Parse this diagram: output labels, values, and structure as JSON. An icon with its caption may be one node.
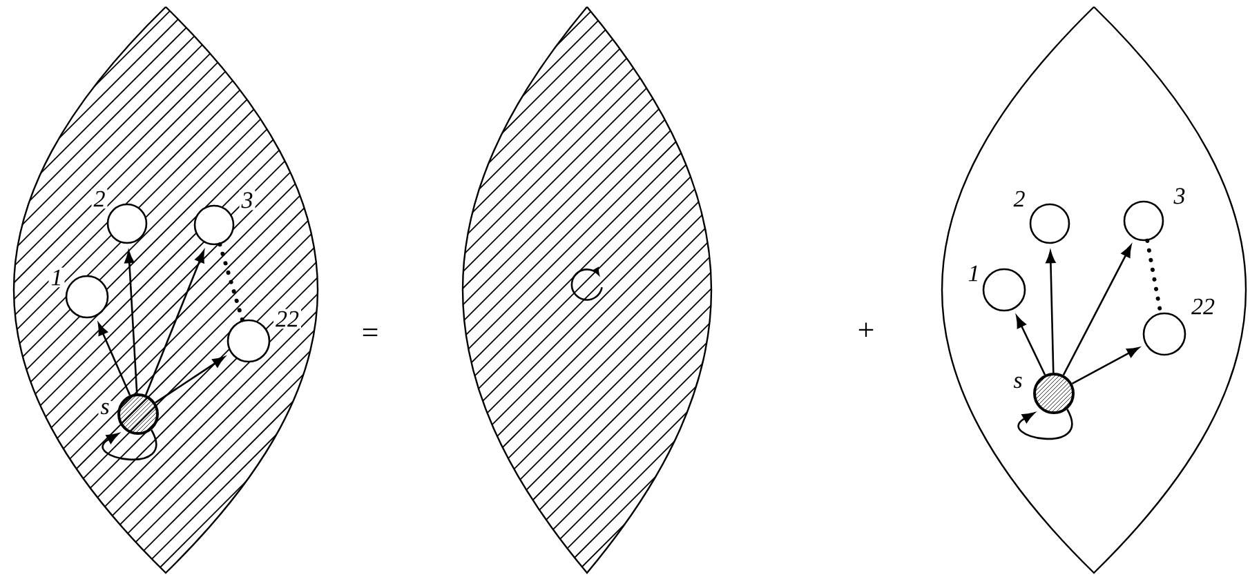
{
  "diagram": {
    "nodes": [
      {
        "text": [],
        "shape": "lens"
      },
      {
        "text": [
          "1"
        ],
        "in": 0
      },
      {
        "text": [
          "2"
        ],
        "in": 0
      },
      {
        "text": [
          "3"
        ],
        "in": 0
      },
      {
        "text": [
          "22"
        ],
        "in": 0
      },
      {
        "text": [
          "s"
        ],
        "in": 0
      },
      {
        "text": [],
        "shape": "lens"
      },
      {
        "text": [],
        "shape": "lens"
      },
      {
        "text": [
          "1"
        ],
        "in": 7
      },
      {
        "text": [
          "2"
        ],
        "in": 7
      },
      {
        "text": [
          "3"
        ],
        "in": 7
      },
      {
        "text": [
          "22"
        ],
        "in": 7
      },
      {
        "text": [
          "s"
        ],
        "in": 7
      }
    ],
    "edges": [
      {
        "from": 5,
        "to": 1,
        "arrow": "to"
      },
      {
        "from": 5,
        "to": 2,
        "arrow": "to"
      },
      {
        "from": 5,
        "to": 3,
        "arrow": "to"
      },
      {
        "from": 5,
        "to": 4,
        "arrow": "to"
      },
      {
        "from": 5,
        "to": 5,
        "arrow": "to"
      },
      {
        "from": 3,
        "to": 4,
        "arrow": "none",
        "style": "dashed"
      },
      {
        "from": 12,
        "to": 8,
        "arrow": "to"
      },
      {
        "from": 12,
        "to": 9,
        "arrow": "to"
      },
      {
        "from": 12,
        "to": 10,
        "arrow": "to"
      },
      {
        "from": 12,
        "to": 11,
        "arrow": "to"
      },
      {
        "from": 12,
        "to": 12,
        "arrow": "to"
      },
      {
        "from": 10,
        "to": 11,
        "arrow": "none",
        "style": "dashed"
      }
    ],
    "labels": [
      "=",
      "+"
    ]
  }
}
